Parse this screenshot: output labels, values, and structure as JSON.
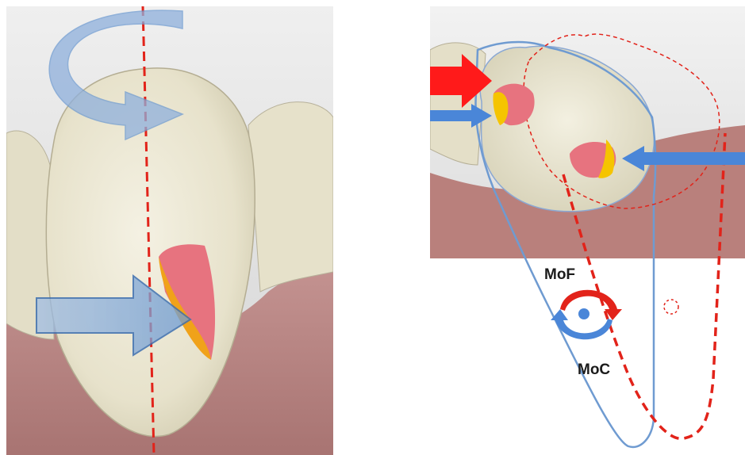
{
  "figure": {
    "left_panel": {
      "title": "",
      "arrows": {
        "rotation": "curved-rotation-arrow",
        "force": "horizontal-force-arrow"
      },
      "axis_style": "dashed-red-long-axis"
    },
    "right_panel": {
      "labels": {
        "moment_of_force": "MoF",
        "moment_of_couple": "MoC"
      },
      "arrows": {
        "red": "red-force-arrow",
        "blue_left": "blue-force-arrow-left",
        "blue_right": "blue-force-arrow-right"
      }
    }
  },
  "colors": {
    "tooth": "#ece8d5",
    "gum": "#b98784",
    "background_top": "#e2e2e2",
    "red_dashed": "#e2231a",
    "blue_outline": "#6f9bd1",
    "blue_arrow": "#4a86d8",
    "red_arrow": "#ff1a1a",
    "attachment_pink": "#e7737f",
    "attachment_yellow": "#f5c400"
  }
}
